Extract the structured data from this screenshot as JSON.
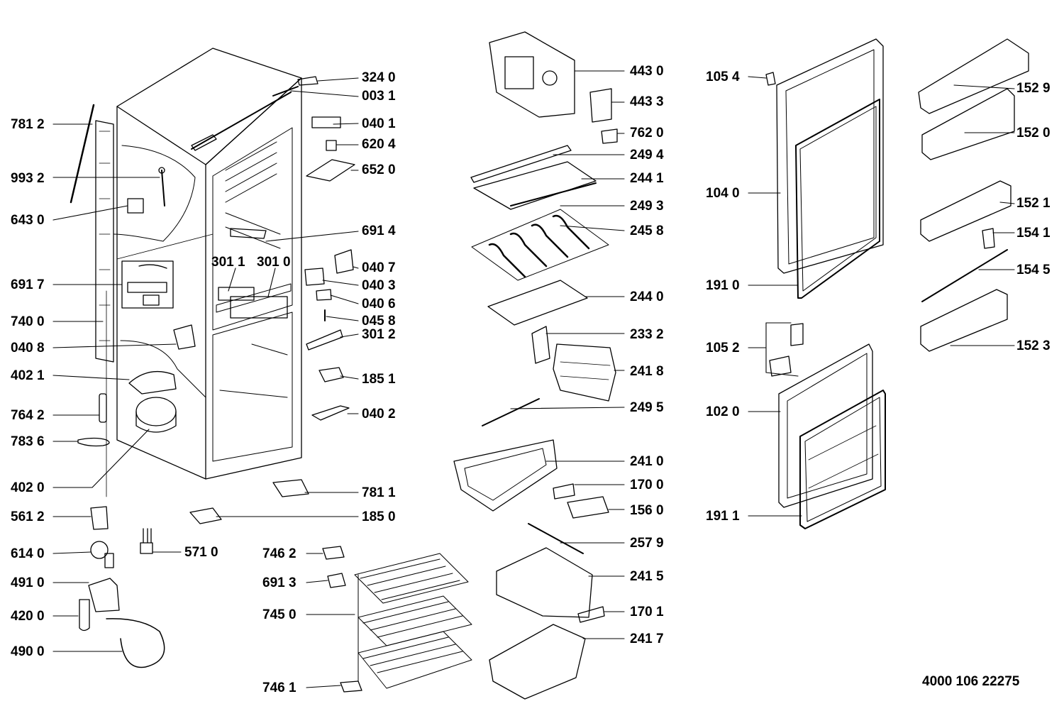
{
  "doc_number": "4000 106 22275",
  "parts": {
    "p3240": "324 0",
    "p0031": "003 1",
    "p0401": "040 1",
    "p6204": "620 4",
    "p6520": "652 0",
    "p7812": "781 2",
    "p9932": "993 2",
    "p6430": "643 0",
    "p6914": "691 4",
    "p3011": "301 1",
    "p3010": "301 0",
    "p0407": "040 7",
    "p0403": "040 3",
    "p0406": "040 6",
    "p0458": "045 8",
    "p3012": "301 2",
    "p6917": "691 7",
    "p7400": "740 0",
    "p0408": "040 8",
    "p4021": "402 1",
    "p1851": "185 1",
    "p7642": "764 2",
    "p0402": "040 2",
    "p7836": "783 6",
    "p4020": "402 0",
    "p7811": "781 1",
    "p5612": "561 2",
    "p1850": "185 0",
    "p6140": "614 0",
    "p5710": "571 0",
    "p7462": "746 2",
    "p4910": "491 0",
    "p6913": "691 3",
    "p4200": "420 0",
    "p7450": "745 0",
    "p4900": "490 0",
    "p7461": "746 1",
    "p4430": "443 0",
    "p4433": "443 3",
    "p7620": "762 0",
    "p2494": "249 4",
    "p2441": "244 1",
    "p2493": "249 3",
    "p2458": "245 8",
    "p2440": "244 0",
    "p2332": "233 2",
    "p2418": "241 8",
    "p2495": "249 5",
    "p2410": "241 0",
    "p1700": "170 0",
    "p1560": "156 0",
    "p2579": "257 9",
    "p2415": "241 5",
    "p1701": "170 1",
    "p2417": "241 7",
    "p1054": "105 4",
    "p1040": "104 0",
    "p1910": "191 0",
    "p1052": "105 2",
    "p1020": "102 0",
    "p1911": "191 1",
    "p1529": "152 9",
    "p1520": "152 0",
    "p1521": "152 1",
    "p1541": "154 1",
    "p1545": "154 5",
    "p1523": "152 3"
  }
}
